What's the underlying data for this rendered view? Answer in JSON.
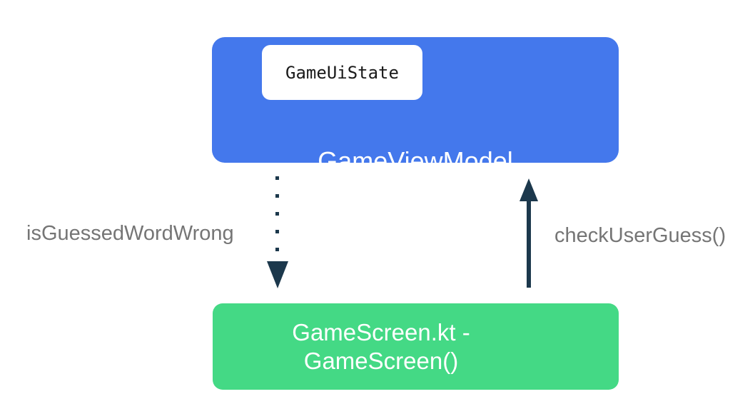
{
  "viewmodel_box": {
    "title": "GameViewModel",
    "chip_label": "GameUiState"
  },
  "screen_box": {
    "line1": "GameScreen.kt -",
    "line2": "GameScreen()"
  },
  "edges": {
    "down_label": "isGuessedWordWrong",
    "up_label": "checkUserGuess()"
  },
  "colors": {
    "viewmodel_blue": "#4478EC",
    "screen_green": "#44D985",
    "arrow_navy": "#1C384C",
    "label_gray": "#757575",
    "chip_bg": "#FFFFFF",
    "chip_text": "#1A1A1A"
  }
}
